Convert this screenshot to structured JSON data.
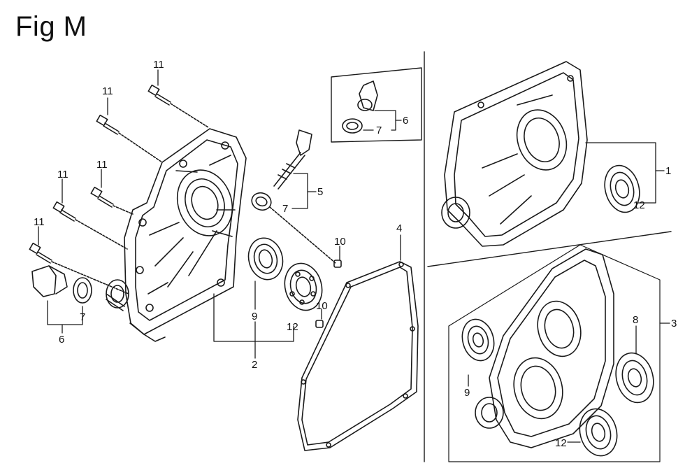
{
  "figure": {
    "title": "Fig M"
  },
  "callouts": {
    "bolt_a": "11",
    "bolt_b": "11",
    "bolt_c": "11",
    "bolt_d": "11",
    "bolt_e": "11",
    "seal_assy": "2",
    "seal_9": "9",
    "bearing_12": "12",
    "gasket": "4",
    "dowel_a": "10",
    "dowel_b": "10",
    "dipstick_assy_main": "5",
    "oring_main": "7",
    "fill_cap_assy": "6",
    "fill_cap_oring": "7",
    "inset_cap_assy": "6",
    "inset_oring": "7",
    "cover_assy_1": "1",
    "cover_1_bearing": "12",
    "cover_assy_3": "3",
    "cover_3_seal": "9",
    "cover_3_bearing_8": "8",
    "cover_3_bearing_12": "12"
  },
  "colors": {
    "line": "#1a1a1a",
    "background": "#ffffff"
  }
}
